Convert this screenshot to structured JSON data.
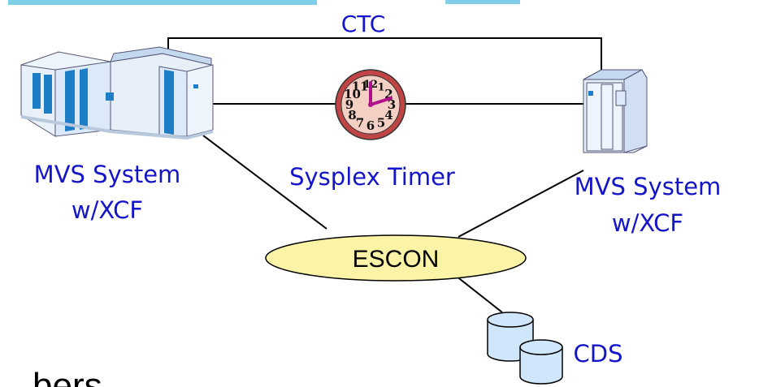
{
  "labels": {
    "ctc": "CTC",
    "system_left_line1": "MVS System",
    "system_left_line2": "w/XCF",
    "system_right_line1": "MVS System",
    "system_right_line2": "w/XCF",
    "timer": "Sysplex Timer",
    "escon": "ESCON",
    "cds": "CDS",
    "bottom_partial": "bers"
  },
  "clock_numbers": [
    "12",
    "1",
    "2",
    "3",
    "4",
    "5",
    "6",
    "7",
    "8",
    "9",
    "10",
    "11"
  ],
  "colors": {
    "label_text": "#1414c8",
    "top_cut_text": "#17a7d6",
    "escon_fill": "#fbf3a6",
    "disk_fill": "#cfe6fb",
    "mainframe_body": "#dbe9f8",
    "mainframe_panel": "#1d7ec7",
    "clock_rim": "#c04444",
    "clock_face": "#f4d0c4",
    "clock_hands": "#b0108a"
  },
  "icons": [
    "mainframe-icon",
    "server-icon",
    "clock-icon",
    "disk-icon"
  ]
}
